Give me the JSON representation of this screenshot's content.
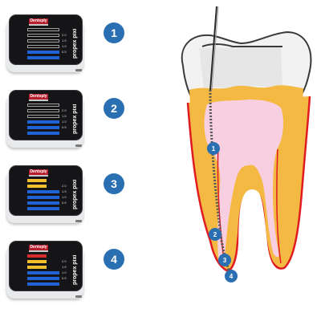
{
  "devices": [
    {
      "step": "1",
      "brand": "Dentsply",
      "label": "propex pixi",
      "bars": [
        "off",
        "off",
        "off",
        "off",
        "blue",
        "blue"
      ],
      "bar_labels": [
        "2.0",
        "1.5",
        "1.0",
        "0.5"
      ]
    },
    {
      "step": "2",
      "brand": "Dentsply",
      "label": "propex pixi",
      "bars": [
        "off",
        "off",
        "off",
        "blue",
        "blue",
        "blue"
      ],
      "bar_labels": [
        "2.0",
        "1.5",
        "1.0",
        "0.5"
      ]
    },
    {
      "step": "3",
      "brand": "Dentsply",
      "label": "propex pixi",
      "bars": [
        "yellow",
        "yellow",
        "blue",
        "blue",
        "blue",
        "blue"
      ],
      "bar_labels": [
        "2.0",
        "1.5",
        "1.0",
        "0.5"
      ]
    },
    {
      "step": "4",
      "brand": "Dentsply",
      "label": "propex pixi",
      "bars": [
        "red",
        "yellow",
        "yellow",
        "blue",
        "blue",
        "blue"
      ],
      "bar_labels": [
        "2.0",
        "1.5",
        "1.0",
        "0.5"
      ]
    }
  ],
  "steps": [
    "1",
    "2",
    "3",
    "4"
  ],
  "tooth_markers": [
    "1",
    "2",
    "3",
    "4"
  ],
  "colors": {
    "badge_blue": "#2b6fb3",
    "dentin": "#f4b942",
    "pulp": "#f7cfe0",
    "gum_red": "#e11b22",
    "bar_blue": "#1f63d6",
    "bar_yellow": "#f3bf2c",
    "bar_red": "#d72a2a"
  }
}
